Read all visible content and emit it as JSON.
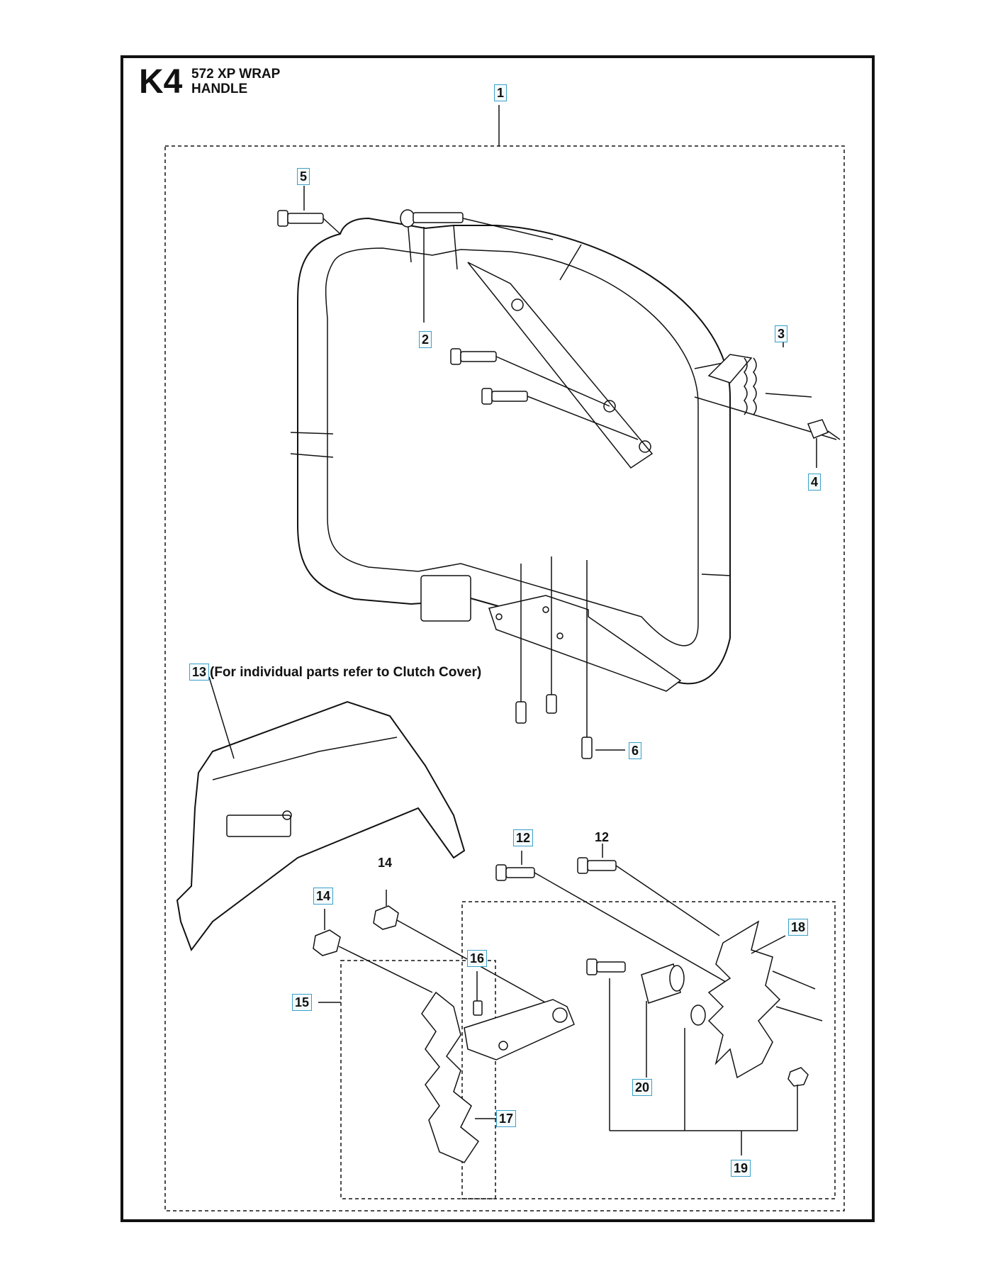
{
  "title": {
    "code": "K4",
    "text": "572 XP WRAP HANDLE"
  },
  "note13": "(For individual parts refer to Clutch Cover)",
  "callouts": [
    {
      "id": "c1",
      "label": "1",
      "boxed": true
    },
    {
      "id": "c2",
      "label": "2",
      "boxed": true
    },
    {
      "id": "c3",
      "label": "3",
      "boxed": true
    },
    {
      "id": "c4",
      "label": "4",
      "boxed": true
    },
    {
      "id": "c5",
      "label": "5",
      "boxed": true
    },
    {
      "id": "c6",
      "label": "6",
      "boxed": true
    },
    {
      "id": "c12a",
      "label": "12",
      "boxed": true
    },
    {
      "id": "c12b",
      "label": "12",
      "boxed": false
    },
    {
      "id": "c13",
      "label": "13",
      "boxed": true
    },
    {
      "id": "c14a",
      "label": "14",
      "boxed": true
    },
    {
      "id": "c14b",
      "label": "14",
      "boxed": false
    },
    {
      "id": "c15",
      "label": "15",
      "boxed": true
    },
    {
      "id": "c16",
      "label": "16",
      "boxed": true
    },
    {
      "id": "c17",
      "label": "17",
      "boxed": true
    },
    {
      "id": "c18",
      "label": "18",
      "boxed": true
    },
    {
      "id": "c19",
      "label": "19",
      "boxed": true
    },
    {
      "id": "c20",
      "label": "20",
      "boxed": true
    }
  ]
}
